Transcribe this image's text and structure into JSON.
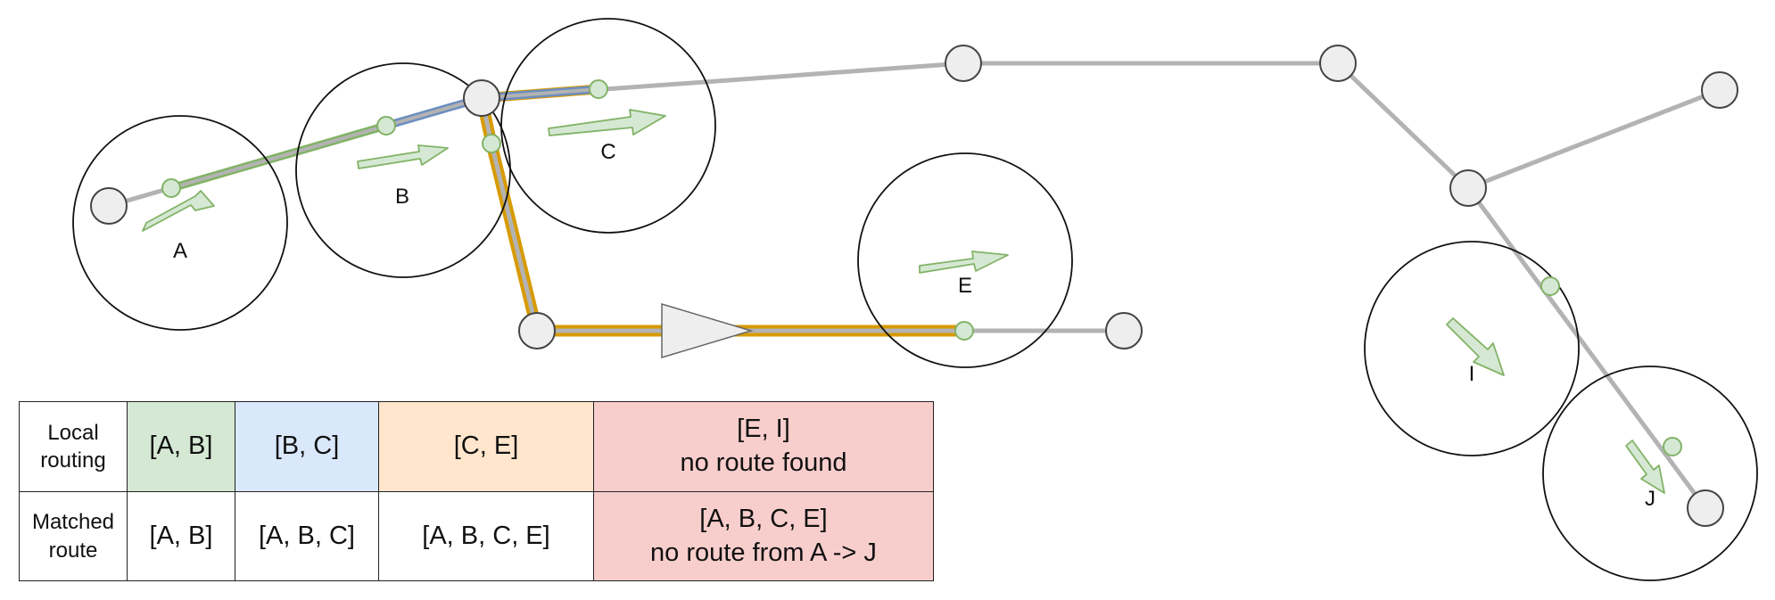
{
  "points": [
    {
      "id": "A",
      "label": "A"
    },
    {
      "id": "B",
      "label": "B"
    },
    {
      "id": "C",
      "label": "C"
    },
    {
      "id": "E",
      "label": "E"
    },
    {
      "id": "I",
      "label": "I"
    },
    {
      "id": "J",
      "label": "J"
    }
  ],
  "colors": {
    "road": "#b3b3b3",
    "node_fill": "#eeeeee",
    "node_stroke": "#444444",
    "match_point": "#d5e8d4",
    "match_point_stroke": "#82b366",
    "route_ab": "#82b366",
    "route_bc": "#6c8ebf",
    "route_ce": "#d79b00",
    "cell_ab": "#d5e8d4",
    "cell_bc": "#dae8fc",
    "cell_ce": "#ffe6cc",
    "cell_ei": "#f8cecc"
  },
  "table": {
    "row_headers": {
      "local_line1": "Local",
      "local_line2": "routing",
      "matched_line1": "Matched",
      "matched_line2": "route"
    },
    "local_routing": {
      "ab": "[A, B]",
      "bc": "[B, C]",
      "ce": "[C, E]",
      "ei_line1": "[E, I]",
      "ei_line2": "no route found"
    },
    "matched_route": {
      "ab": "[A, B]",
      "bc": "[A, B, C]",
      "ce": "[A, B, C, E]",
      "ei_line1": "[A, B, C, E]",
      "ei_line2": "no route from A -> J"
    }
  }
}
